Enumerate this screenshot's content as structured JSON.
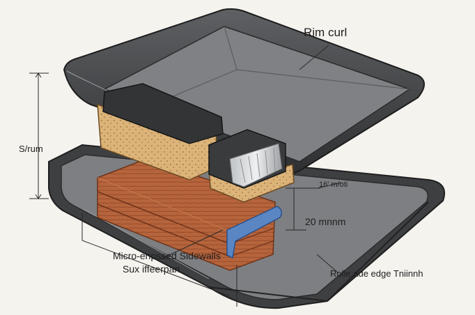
{
  "labels": {
    "rim_curl": "Rim curl",
    "side_height": "S/rum",
    "thickness": "16' m/oti",
    "depth": "20 mnnm",
    "sidewalls_line1": "Micro-enpssed Sidewalls",
    "sidewalls_line2": "Sux iffeerpan",
    "rolled_edge": "Rolle ade edge Tniinnh"
  },
  "colors": {
    "background": "#f5f3ee",
    "tray_dark": "#3e3f41",
    "tray_floor": "#7d7f82",
    "foam": "#dcb47a",
    "copper_layers": "#b5643c",
    "blue_strip": "#5b86c4"
  }
}
